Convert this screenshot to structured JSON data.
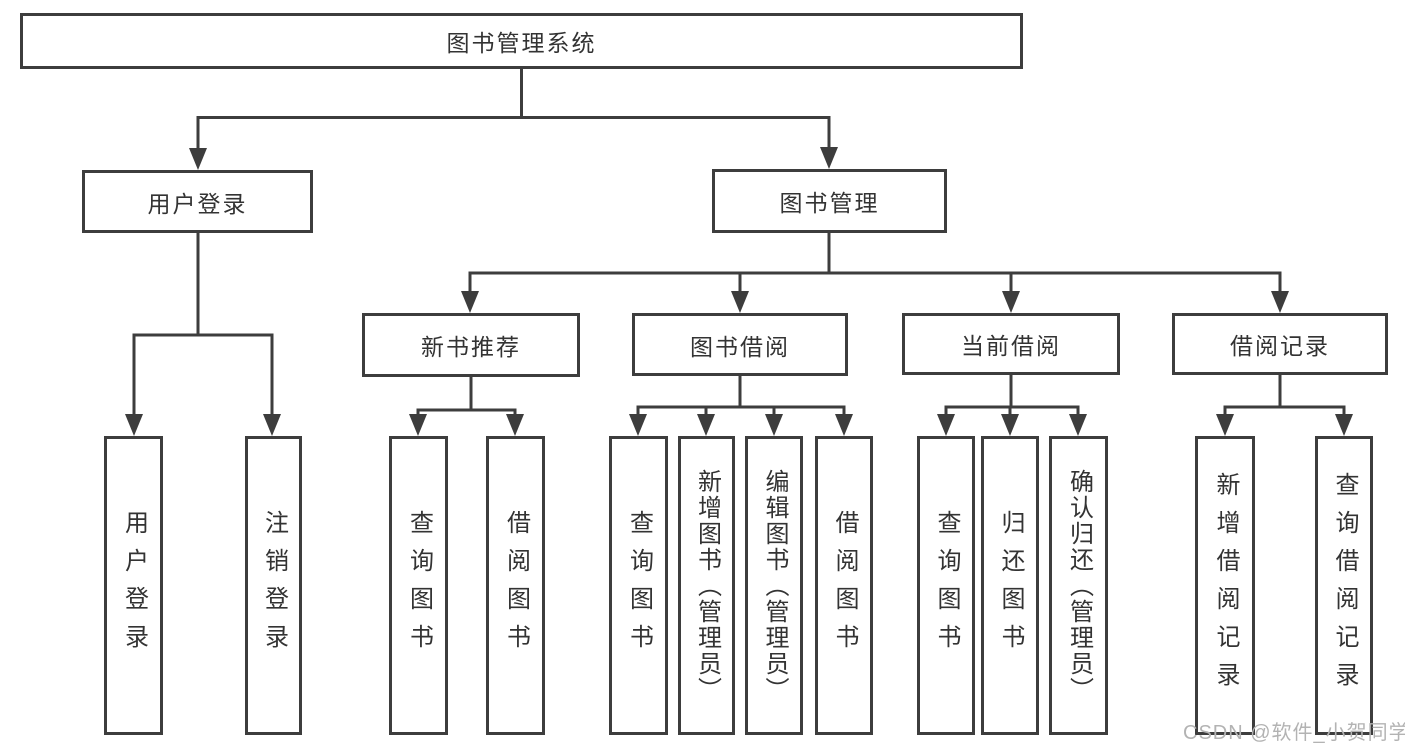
{
  "root": {
    "label": "图书管理系统"
  },
  "level2": [
    {
      "label": "用户登录"
    },
    {
      "label": "图书管理"
    }
  ],
  "level3": [
    {
      "label": "新书推荐"
    },
    {
      "label": "图书借阅"
    },
    {
      "label": "当前借阅"
    },
    {
      "label": "借阅记录"
    }
  ],
  "level4": {
    "user_login": [
      "用户登录",
      "注销登录"
    ],
    "new_book_recommend": [
      "查询图书",
      "借阅图书"
    ],
    "book_borrow": [
      "查询图书",
      "新增图书（管理员）",
      "编辑图书（管理员）",
      "借阅图书"
    ],
    "current_borrow": [
      "查询图书",
      "归还图书",
      "确认归还（管理员）"
    ],
    "borrow_records": [
      "新增借阅记录",
      "查询借阅记录"
    ]
  },
  "watermark": "CSDN @软件_小贺同学",
  "colors": {
    "line": "#3d3d3d",
    "text": "#333333",
    "watermark": "#b3b3b3",
    "background": "#ffffff"
  }
}
